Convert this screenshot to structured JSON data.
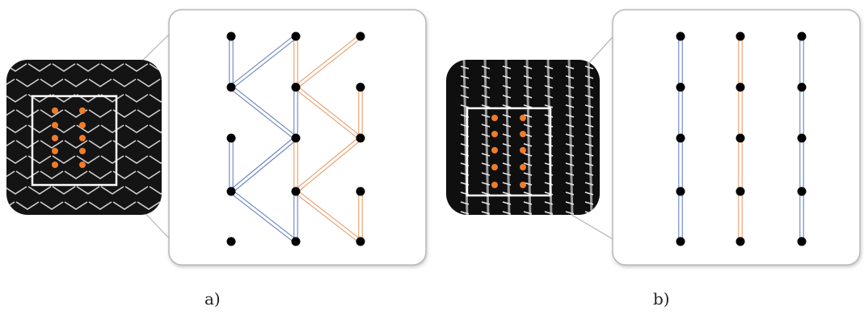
{
  "captions": {
    "a": "a)",
    "b": "b)"
  },
  "colors": {
    "node": "#000000",
    "blue_line": "#5a78b8",
    "orange_line": "#e8935a",
    "orange_dot": "#f07c2a",
    "thumbnail_bg": "#141414",
    "thumbnail_pattern": "#d0d0d0",
    "selection_box": "#ffffff",
    "panel_border": "#b8b8b8"
  },
  "panels": [
    {
      "id": "a",
      "pattern": "herringbone-weave",
      "node_grid": "3x5"
    },
    {
      "id": "b",
      "pattern": "parallel-yarn",
      "node_grid": "3x5"
    }
  ]
}
